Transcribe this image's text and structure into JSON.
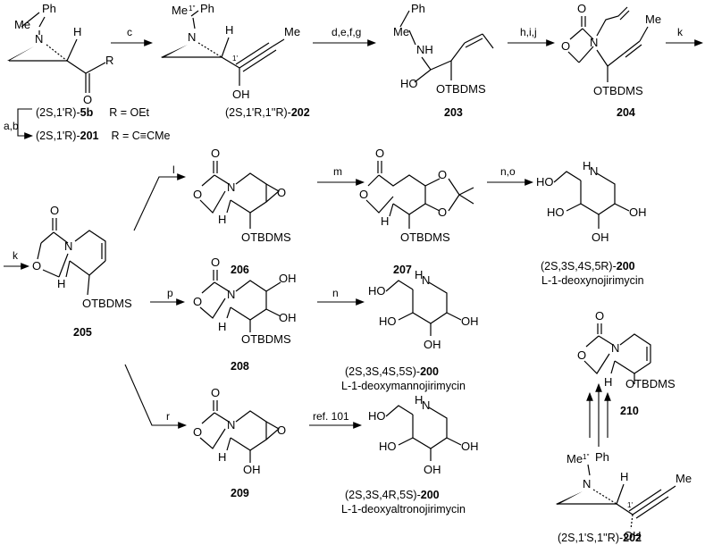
{
  "reagents": {
    "c": "c",
    "defg": "d,e,f,g",
    "hij": "h,i,j",
    "k1": "k",
    "ab": "a,b",
    "k2": "k",
    "l": "l",
    "m": "m",
    "no": "n,o",
    "p": "p",
    "n": "n",
    "r": "r",
    "ref": "ref. 101"
  },
  "compounds": {
    "5b": {
      "prefix": "(2S,1'R)-",
      "num": "5b",
      "suffix": "R = OEt"
    },
    "201": {
      "prefix": "(2S,1'R)-",
      "num": "201",
      "suffix": "R = C≡CMe"
    },
    "202a": {
      "prefix": "(2S,1'R,1''R)-",
      "num": "202"
    },
    "203": {
      "num": "203"
    },
    "204": {
      "num": "204"
    },
    "205": {
      "num": "205"
    },
    "206": {
      "num": "206"
    },
    "207": {
      "num": "207"
    },
    "208": {
      "num": "208"
    },
    "209": {
      "num": "209"
    },
    "210": {
      "num": "210"
    },
    "200a": {
      "prefix": "(2S,3S,4S,5R)-",
      "num": "200",
      "name": "L-1-deoxynojirimycin"
    },
    "200b": {
      "prefix": "(2S,3S,4S,5S)-",
      "num": "200",
      "name": "L-1-deoxymannojirimycin"
    },
    "200c": {
      "prefix": "(2S,3S,4R,5S)-",
      "num": "200",
      "name": "L-1-deoxyaltronojirimycin"
    },
    "202b": {
      "prefix": "(2S,1'S,1''R)-",
      "num": "202"
    }
  },
  "atoms": {
    "Ph": "Ph",
    "Me": "Me",
    "N": "N",
    "H": "H",
    "O": "O",
    "R": "R",
    "OH": "OH",
    "HO": "HO",
    "NH": "NH",
    "OTBDMS": "OTBDMS",
    "one_p": "1'",
    "one_pp": "1''"
  }
}
